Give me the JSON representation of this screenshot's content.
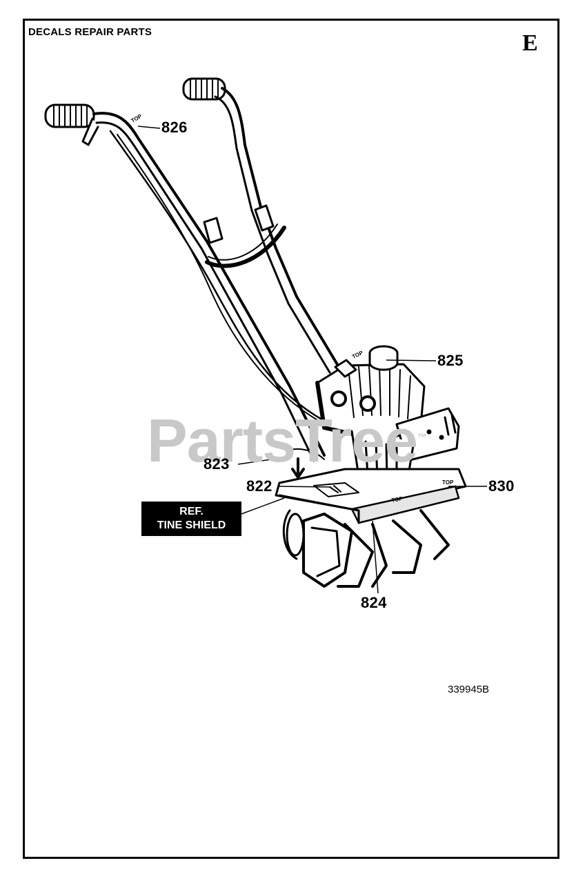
{
  "header": {
    "title": "DECALS REPAIR PARTS",
    "section": "E"
  },
  "callouts": {
    "c826": "826",
    "c825": "825",
    "c823": "823",
    "c822": "822",
    "c830": "830",
    "c824": "824"
  },
  "reference": {
    "line1": "REF.",
    "line2": "TINE SHIELD"
  },
  "decal_text": {
    "top": "TOP"
  },
  "figure_id": "339945B",
  "watermark": {
    "text": "PartsTree",
    "mark": "™"
  },
  "colors": {
    "ink": "#000000",
    "watermark": "#c8c8c8",
    "paper": "#ffffff"
  }
}
